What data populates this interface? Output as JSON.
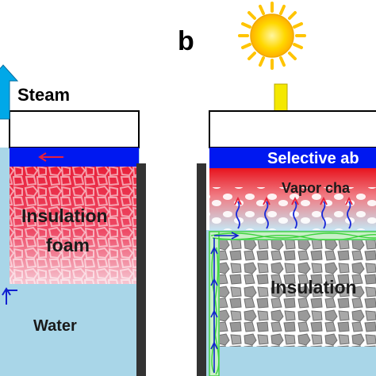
{
  "left_panel": {
    "steam_label": "Steam",
    "foam_label_line1": "Insulation",
    "foam_label_line2": "foam",
    "water_label": "Water"
  },
  "right_panel": {
    "panel_letter": "b",
    "absorber_label": "Selective ab",
    "channel_label": "Vapor  cha",
    "insulation_label": "Insulation"
  },
  "colors": {
    "absorber_blue": "#0018f0",
    "foam_red": "#e8203a",
    "water_blue": "#a9d6e8",
    "insulation_gray": "#a0a0a0",
    "sun_yellow": "#ffd800",
    "arrow_yellow": "#f4e800",
    "wick_green": "#3cd23c",
    "steam_arrow": "#00a8e8",
    "wall_dark": "#333333"
  },
  "icons": {
    "sun": "sun-icon",
    "steam_arrow": "up-arrow-icon",
    "sunlight_arrow": "down-arrow-icon"
  }
}
